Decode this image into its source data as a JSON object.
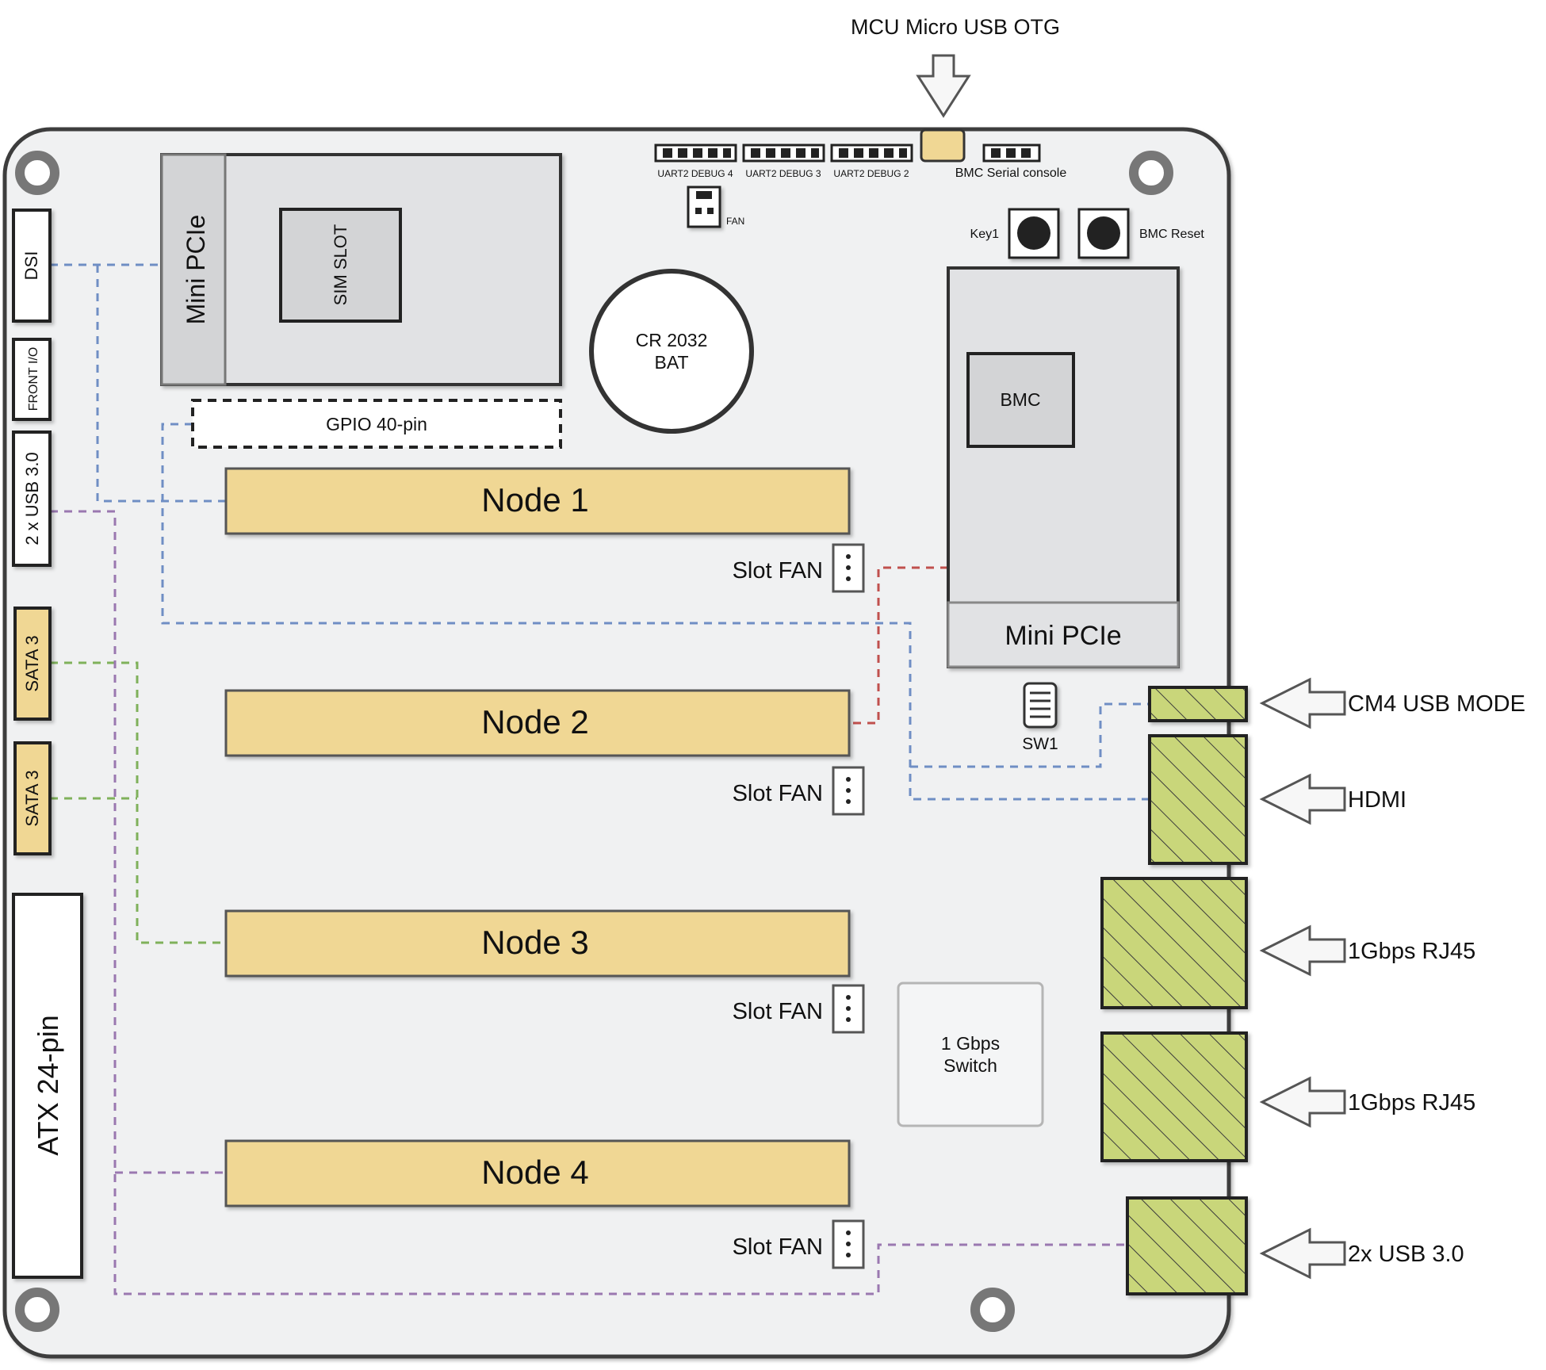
{
  "title": "MCU Micro USB OTG",
  "headers": {
    "uart4": "UART2 DEBUG 4",
    "uart3": "UART2 DEBUG 3",
    "uart2": "UART2 DEBUG 2",
    "bmc_serial": "BMC Serial console",
    "fan": "FAN"
  },
  "buttons": {
    "key1": "Key1",
    "bmc_reset": "BMC Reset"
  },
  "left_connectors": {
    "dsi": "DSI",
    "front_io": "FRONT I/O",
    "usb": "2 x USB 3.0",
    "sata_a": "SATA 3",
    "sata_b": "SATA 3",
    "atx": "ATX 24-pin"
  },
  "mini_pcie_top": {
    "label": "Mini PCIe",
    "sim": "SIM SLOT"
  },
  "battery": {
    "line1": "CR 2032",
    "line2": "BAT"
  },
  "gpio": "GPIO 40-pin",
  "nodes": [
    "Node 1",
    "Node 2",
    "Node 3",
    "Node 4"
  ],
  "slot_fan": "Slot FAN",
  "bmc_module": {
    "chip": "BMC",
    "label": "Mini PCIe"
  },
  "sw1": "SW1",
  "switch": {
    "line1": "1 Gbps",
    "line2": "Switch"
  },
  "ports": [
    "CM4 USB MODE",
    "HDMI",
    "1Gbps RJ45",
    "1Gbps RJ45",
    "2x USB 3.0"
  ],
  "colors": {
    "board": "#f0f1f2",
    "node": "#f0d794",
    "port": "#c9d67a",
    "otg": "#f0d794",
    "line_blue": "#6f8ec4",
    "line_red": "#c0504d",
    "line_green": "#7fb15b",
    "line_purple": "#9a78b0"
  }
}
